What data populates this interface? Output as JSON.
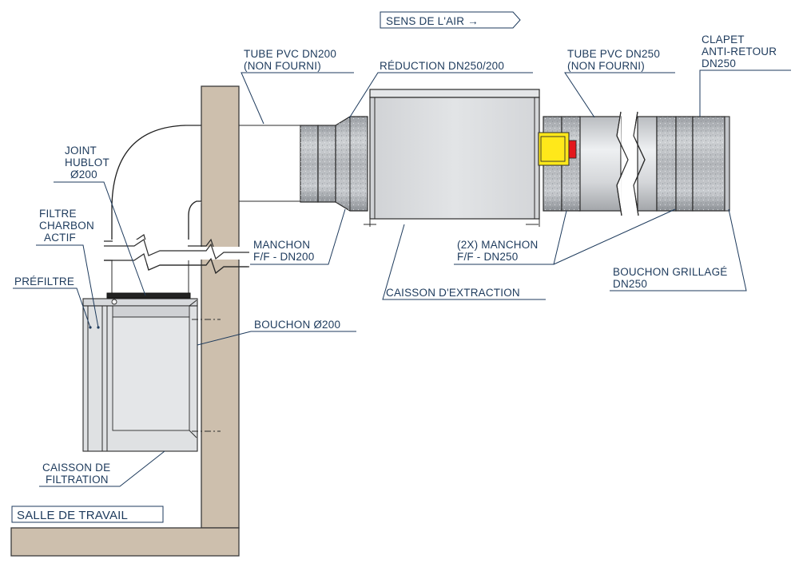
{
  "airflow_label": "SENS DE L'AIR →",
  "room_label": "SALLE DE TRAVAIL",
  "labels": {
    "tube_pvc_dn200": [
      "TUBE PVC DN200",
      "(NON FOURNI)"
    ],
    "reduction": [
      "RÉDUCTION DN250/200"
    ],
    "tube_pvc_dn250": [
      "TUBE PVC DN250",
      "(NON FOURNI)"
    ],
    "clapet": [
      "CLAPET",
      "ANTI-RETOUR",
      "DN250"
    ],
    "joint_hublot": [
      "JOINT",
      "HUBLOT",
      "Ø200"
    ],
    "filtre_charbon": [
      "FILTRE",
      "CHARBON",
      "ACTIF"
    ],
    "prefiltre": [
      "PRÉFILTRE"
    ],
    "manchon_dn200": [
      "MANCHON",
      "F/F - DN200"
    ],
    "manchon_dn250": [
      "(2X) MANCHON",
      "F/F - DN250"
    ],
    "caisson_extraction": [
      "CAISSON D'EXTRACTION"
    ],
    "bouchon_grillage": [
      "BOUCHON GRILLAGÉ",
      "DN250"
    ],
    "bouchon_200": [
      "BOUCHON Ø200"
    ],
    "caisson_filtration": [
      "CAISSON DE",
      "FILTRATION"
    ]
  },
  "colors": {
    "wall": "#cdbfad",
    "label_text": "#1d3a5c",
    "fitting_yellow": "#ffe81a",
    "fitting_red": "#e3171d"
  }
}
